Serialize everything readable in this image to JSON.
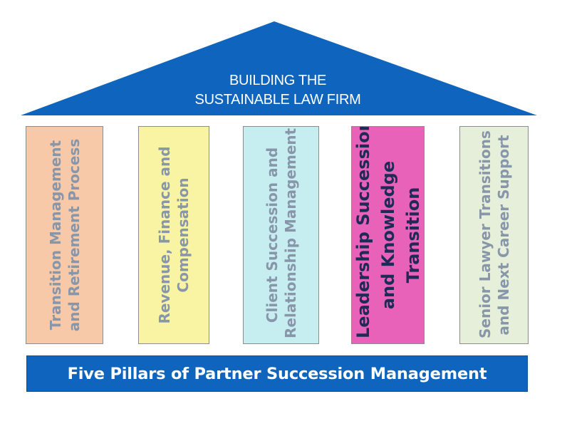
{
  "roof": {
    "title_line1": "BUILDING THE",
    "title_line2": "SUSTAINABLE LAW FIRM",
    "color": "#0f65bd"
  },
  "pillars": [
    {
      "lines": [
        "Transition Management",
        "and Retirement Process"
      ],
      "color": "#f8c9a8"
    },
    {
      "lines": [
        "Revenue, Finance and",
        "Compensation"
      ],
      "color": "#f9f4a3"
    },
    {
      "lines": [
        "Client Succession and",
        "Relationship Management"
      ],
      "color": "#c6eef0"
    },
    {
      "lines": [
        "Leadership Succession",
        "and Knowledge",
        "Transition"
      ],
      "color": "#e862ba"
    },
    {
      "lines": [
        "Senior Lawyer Transitions",
        "and Next Career Support"
      ],
      "color": "#e6efd9"
    }
  ],
  "base": {
    "label": "Five Pillars of Partner Succession Management",
    "color": "#0f65bd"
  }
}
